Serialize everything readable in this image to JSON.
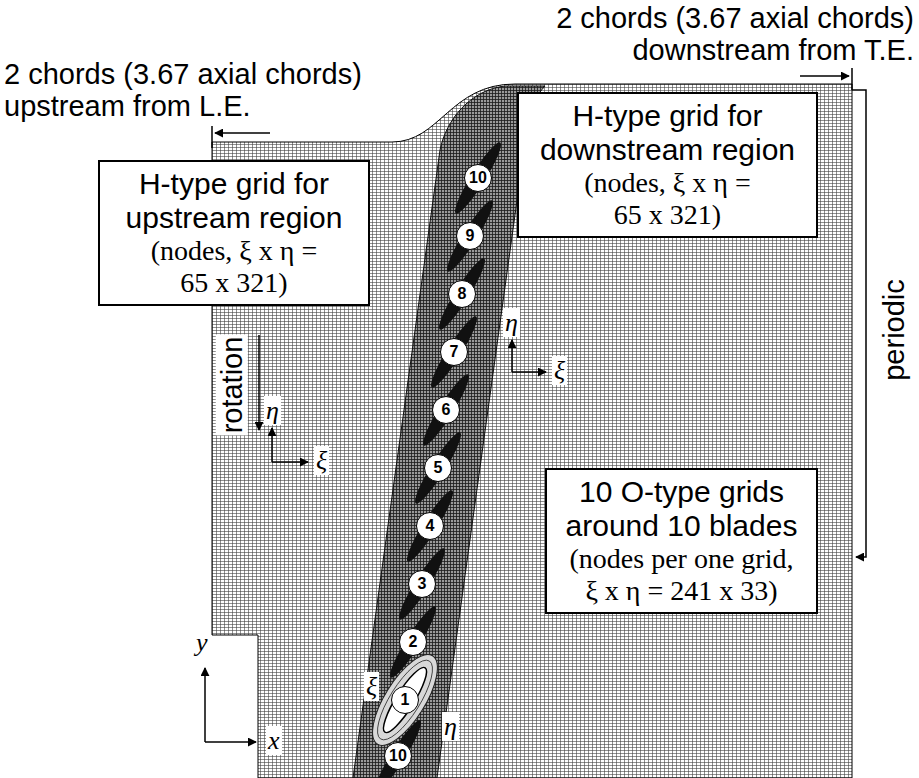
{
  "diagram": {
    "nodes": [
      {
        "text": [
          "H-type grid for downstream region",
          "(nodes, ξ x η = 65 x 321)"
        ]
      },
      {
        "text": [
          "H-type grid for upstream region",
          "(nodes, ξ x η = 65 x 321)"
        ]
      },
      {
        "text": [
          "10"
        ]
      },
      {
        "text": [
          "9"
        ]
      },
      {
        "text": [
          "8"
        ]
      },
      {
        "text": [
          "7"
        ]
      },
      {
        "text": [
          "6"
        ]
      },
      {
        "text": [
          "5"
        ]
      },
      {
        "text": [
          "10 O-type grids around 10 blades",
          "(nodes per one grid, ξ x η = 241 x 33)"
        ]
      },
      {
        "text": [
          "4"
        ]
      },
      {
        "text": [
          "3"
        ]
      },
      {
        "text": [
          "2"
        ]
      },
      {
        "text": [
          "1"
        ]
      },
      {
        "text": [
          "10"
        ]
      }
    ],
    "edges": [],
    "labels": [
      "2 chords (3.67 axial chords) downstream from T.E.",
      "2 chords (3.67 axial chords) upstream from L.E.",
      "periodic",
      "rotation",
      "η",
      "ξ",
      "η",
      "ξ",
      "ξ",
      "η",
      "y",
      "x"
    ]
  }
}
